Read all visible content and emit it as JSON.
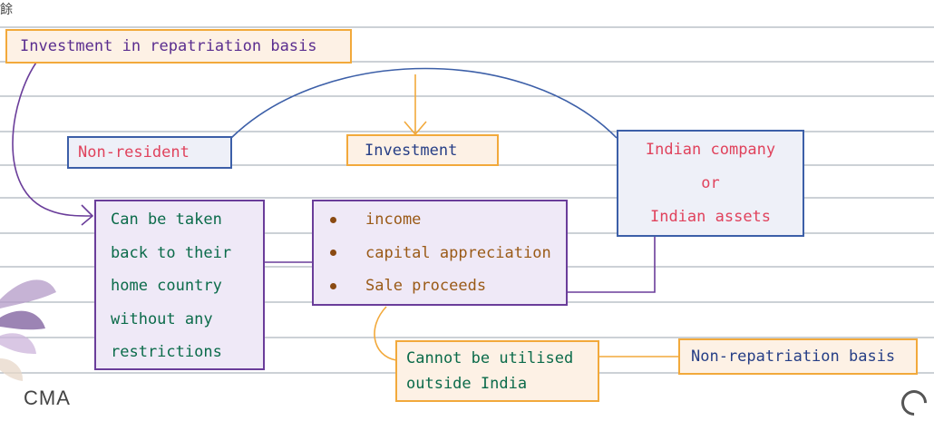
{
  "stamp_text": "餘",
  "logo_text": "CMA",
  "title_box": "Investment in repatriation basis",
  "nonresident_box": "Non-resident",
  "investment_box": "Investment",
  "indian_box": {
    "line1": "Indian company",
    "line2": "or",
    "line3": "Indian assets"
  },
  "taken_back_box": {
    "lines": [
      "Can be taken",
      "back to their",
      "home country",
      "without any",
      "restrictions"
    ]
  },
  "returns_box": {
    "items": [
      "income",
      "capital appreciation",
      "Sale proceeds"
    ]
  },
  "cannot_box": {
    "line1": "Cannot be utilised",
    "line2": "outside India"
  },
  "nonrepatriation_box": "Non-repatriation basis",
  "colors": {
    "orange": "#f2a93b",
    "blue": "#3c5fa8",
    "purple": "#6a3d9a",
    "red_text": "#e0425c",
    "green_text": "#0b6b4a",
    "brown_text": "#9a5a17"
  }
}
